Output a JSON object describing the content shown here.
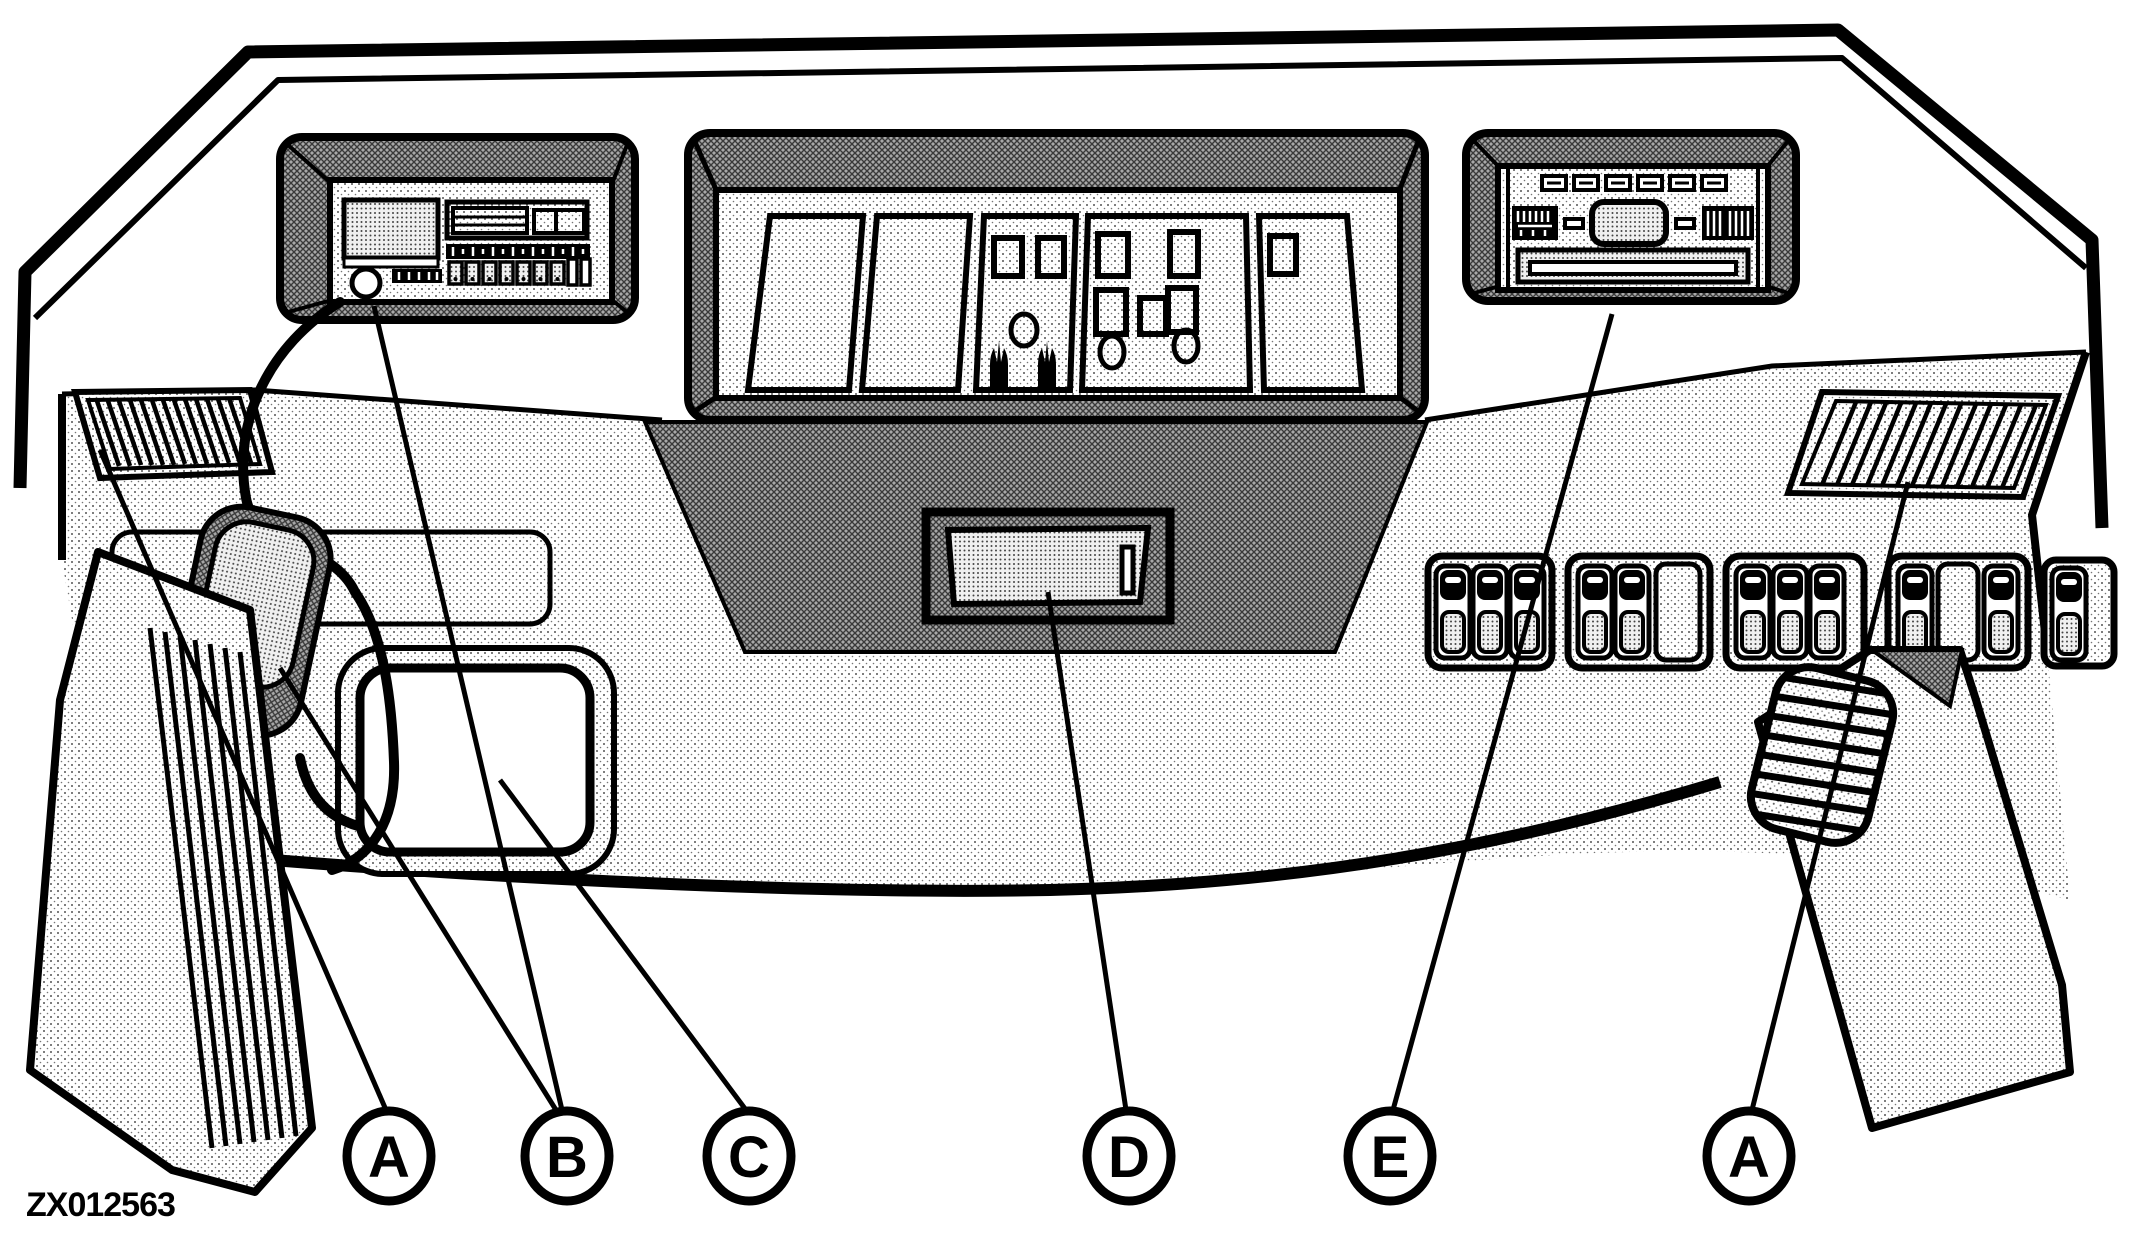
{
  "figure_code": "ZX012563",
  "callouts": [
    {
      "letter": "A"
    },
    {
      "letter": "B"
    },
    {
      "letter": "C"
    },
    {
      "letter": "D"
    },
    {
      "letter": "E"
    },
    {
      "letter": "A"
    }
  ]
}
